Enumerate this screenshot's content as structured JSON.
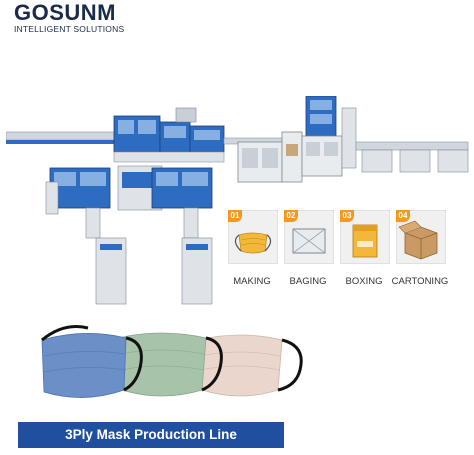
{
  "brand": {
    "name": "GOSUNM",
    "tagline": "INTELLIGENT SOLUTIONS"
  },
  "steps": [
    {
      "number": "01",
      "label": "MAKING",
      "icon": "mask-icon"
    },
    {
      "number": "02",
      "label": "BAGING",
      "icon": "bag-icon"
    },
    {
      "number": "03",
      "label": "BOXING",
      "icon": "box-icon"
    },
    {
      "number": "04",
      "label": "CARTONING",
      "icon": "carton-icon"
    }
  ],
  "banner": {
    "title": "3Ply Mask Production Line"
  },
  "colors": {
    "accent": "#f39a1e",
    "banner": "#1f4f9e",
    "machine_blue": "#2d6cc0",
    "mask_blue": "#6b8fc7",
    "mask_green": "#a7c3aa",
    "mask_pink": "#ead6cc"
  }
}
